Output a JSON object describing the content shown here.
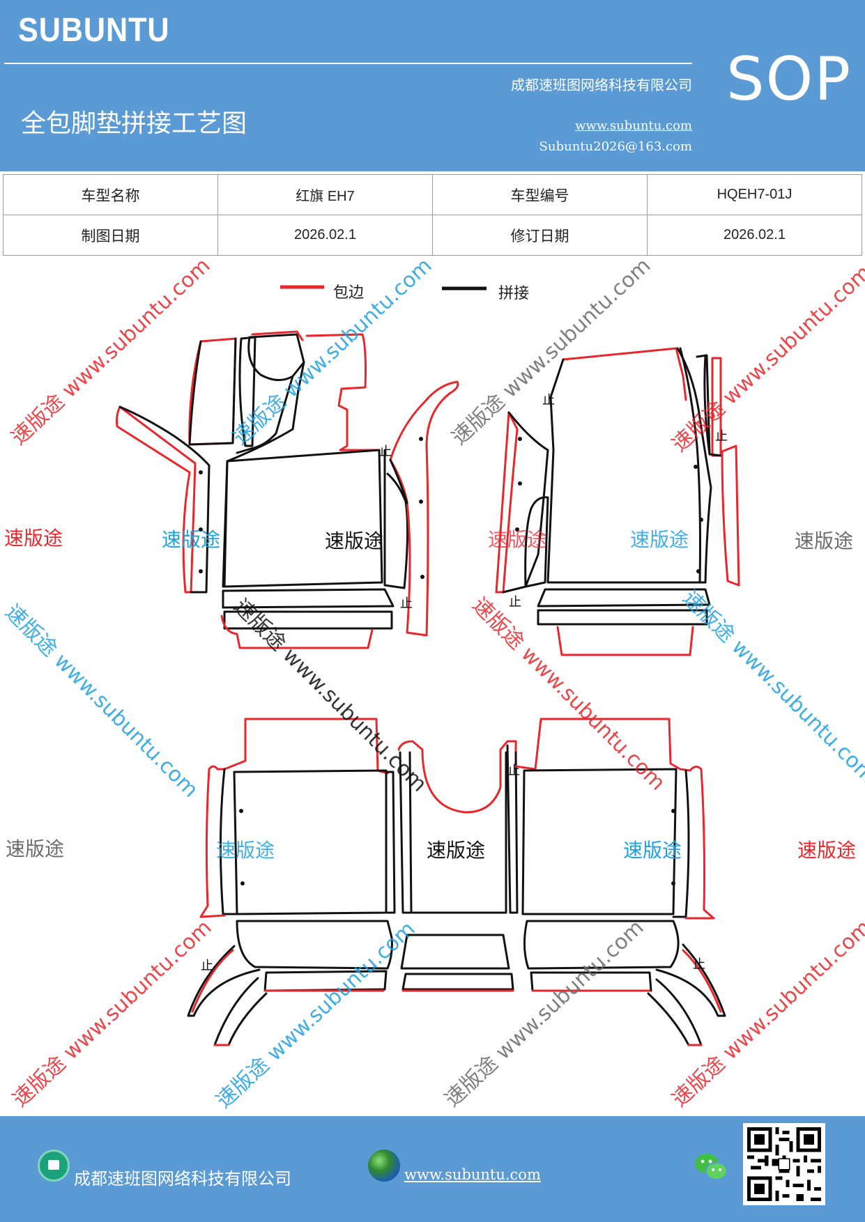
{
  "header": {
    "brand": "SUBUNTU",
    "badge": "SOP",
    "company": "成都速班图网络科技有限公司",
    "title": "全包脚垫拼接工艺图",
    "website": "www.subuntu.com",
    "email": "Subuntu2026@163.com"
  },
  "info": {
    "model_name_label": "车型名称",
    "model_name": "红旗 EH7",
    "model_code_label": "车型编号",
    "model_code": "HQEH7-01J",
    "draw_date_label": "制图日期",
    "draw_date": "2026.02.1",
    "revise_date_label": "修订日期",
    "revise_date": "2026.02.1"
  },
  "legend": {
    "edge_label": "包边",
    "edge_color": "#e8262b",
    "joint_label": "拼接",
    "joint_color": "#111111"
  },
  "watermarks": {
    "brand": "速版途",
    "url": "www.subuntu.com",
    "combined": "速版途 www.subuntu.com",
    "color_red": "#e8262b",
    "color_blue": "#1da1e0",
    "color_gray": "#6b6b6b"
  },
  "marker": "止",
  "footer": {
    "company": "成都速班图网络科技有限公司",
    "website": "www.subuntu.com"
  },
  "icons": {
    "home": "home-icon",
    "globe": "globe-icon",
    "wechat": "wechat-icon",
    "qr": "qr-code"
  }
}
